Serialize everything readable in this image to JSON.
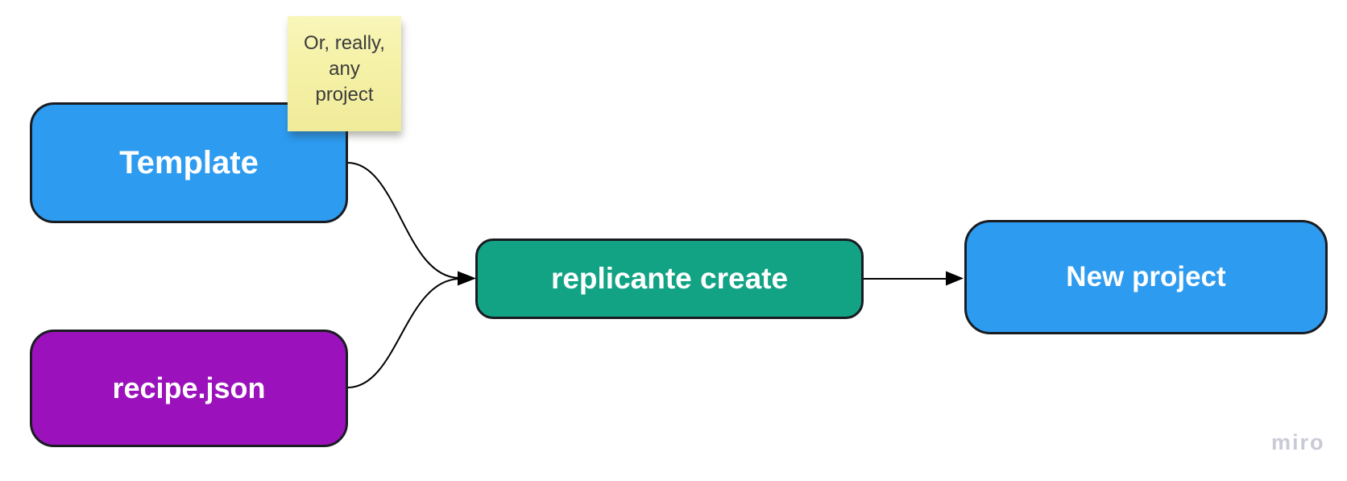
{
  "diagram": {
    "nodes": [
      {
        "id": "template",
        "label": "Template",
        "fill": "#2D9BF0",
        "text_color": "#FFFFFF"
      },
      {
        "id": "recipe",
        "label": "recipe.json",
        "fill": "#9B12BC",
        "text_color": "#FFFFFF"
      },
      {
        "id": "create",
        "label": "replicante create",
        "fill": "#12A385",
        "text_color": "#FFFFFF"
      },
      {
        "id": "new-project",
        "label": "New project",
        "fill": "#2D9BF0",
        "text_color": "#FFFFFF"
      }
    ],
    "sticky_note": {
      "text": "Or, really, any project",
      "lines": [
        "Or, really,",
        "any",
        "project"
      ],
      "fill": "#F5F1A6",
      "text_color": "#3B3B3B"
    },
    "connectors": [
      {
        "from": "template",
        "to": "create",
        "style": "curved-arrow"
      },
      {
        "from": "recipe",
        "to": "create",
        "style": "curved-arrow"
      },
      {
        "from": "create",
        "to": "new-project",
        "style": "straight-arrow"
      }
    ],
    "connector_color": "#000000",
    "border_color": "#191C21"
  },
  "watermark": {
    "label": "miro",
    "color": "#C9CAD6"
  }
}
